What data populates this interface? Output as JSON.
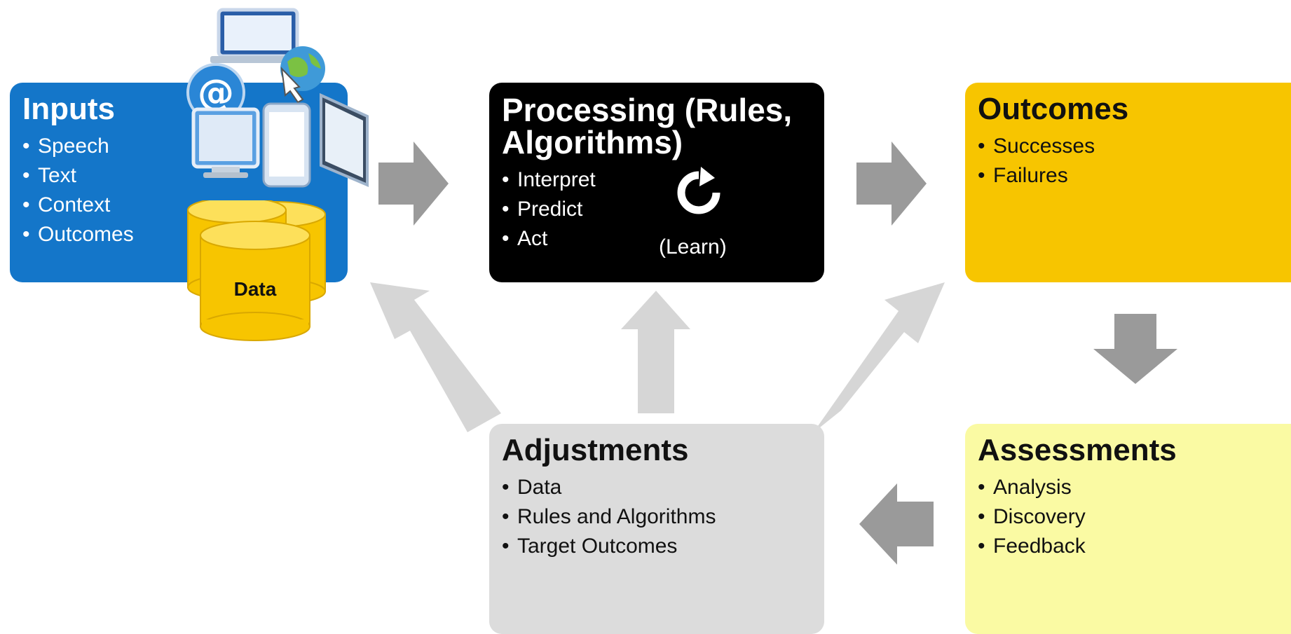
{
  "inputs": {
    "title": "Inputs",
    "items": [
      "Speech",
      "Text",
      "Context",
      "Outcomes"
    ],
    "data_label": "Data",
    "color": "#1476c9"
  },
  "processing": {
    "title_line1": "Processing (Rules,",
    "title_line2": "Algorithms)",
    "items": [
      "Interpret",
      "Predict",
      "Act"
    ],
    "learn_label": "(Learn)",
    "color": "#000000"
  },
  "outcomes": {
    "title": "Outcomes",
    "items": [
      "Successes",
      "Failures"
    ],
    "color": "#f7c500"
  },
  "assessments": {
    "title": "Assessments",
    "items": [
      "Analysis",
      "Discovery",
      "Feedback"
    ],
    "color": "#fafaa3"
  },
  "adjustments": {
    "title": "Adjustments",
    "items": [
      "Data",
      "Rules and Algorithms",
      "Target Outcomes"
    ],
    "color": "#dcdcdc"
  },
  "icons": [
    "monitor-icon",
    "globe-icon",
    "at-sign-icon",
    "phone-icon",
    "tablet-icon",
    "database-icon",
    "refresh-icon"
  ]
}
